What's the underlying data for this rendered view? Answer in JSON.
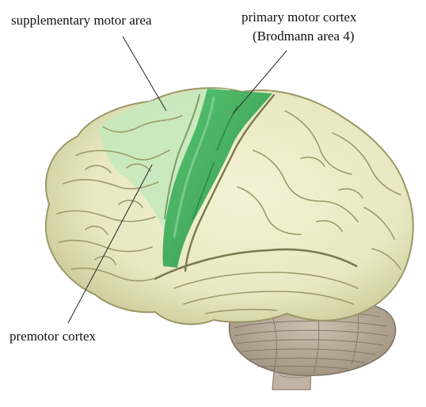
{
  "labels": {
    "supplementary_motor_area": "supplementary motor area",
    "primary_motor_cortex_line1": "primary motor cortex",
    "primary_motor_cortex_line2": "(Brodmann area 4)",
    "premotor_cortex": "premotor cortex"
  },
  "colors": {
    "cortex": "#ecebc5",
    "cortex_shadow": "#b9b88a",
    "sulcus": "#8f8e62",
    "primary_motor": "#34ab56",
    "secondary_motor": "#c4e8bb",
    "cerebellum": "#b8ab9a",
    "brainstem": "#c9bcae",
    "leader_line": "#333333"
  }
}
